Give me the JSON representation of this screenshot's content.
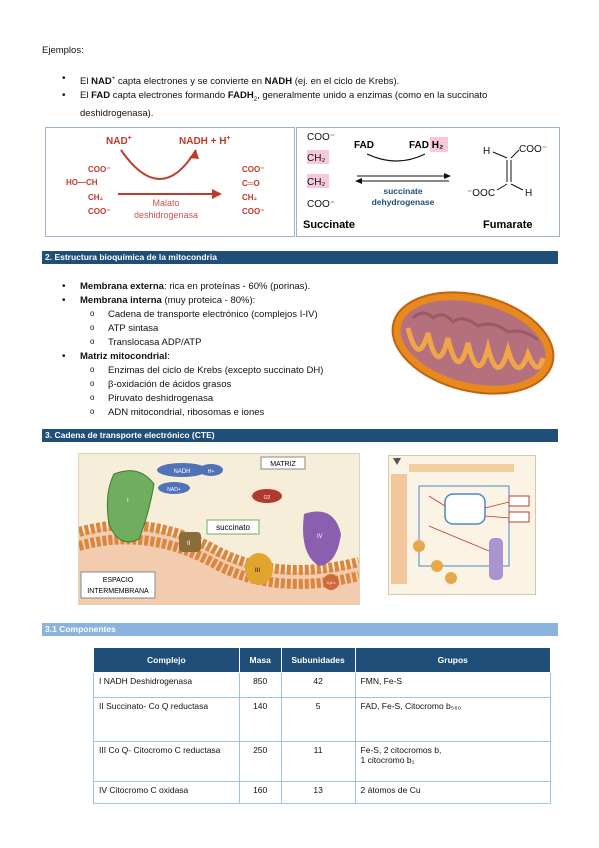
{
  "examples": {
    "heading": "Ejemplos:",
    "b1_pre": "El ",
    "b1_nad": "NAD",
    "b1_sup": "+",
    "b1_mid": " capta electrones y se convierte en ",
    "b1_nadh": "NADH",
    "b1_post": " (ej. en el ciclo de Krebs).",
    "b2_pre": "El ",
    "b2_fad": "FAD",
    "b2_mid": " capta electrones formando ",
    "b2_fadh": "FADH",
    "b2_sub": "2",
    "b2_post": ", generalmente unido a enzimas (como en la succinato deshidrogenasa)."
  },
  "fig_malate": {
    "nad": "NAD",
    "nad_sup": "+",
    "nadh": "NADH + H",
    "nadh_sup": "+",
    "enzyme_line1": "Malato",
    "enzyme_line2": "deshidrogenasa",
    "left_lines": [
      "COO⁻",
      "HO—CH",
      "CH₂",
      "COO⁻"
    ],
    "right_lines": [
      "COO⁻",
      "C═O",
      "CH₂",
      "COO⁻"
    ],
    "accent": "#c0392b"
  },
  "fig_succinate": {
    "coo_top": "COO⁻",
    "ch2_a": "CH₂",
    "ch2_b": "CH₂",
    "coo_bottom": "COO⁻",
    "fad": "FAD",
    "fadh": "FAD H₂",
    "enzyme_line1": "succinate",
    "enzyme_line2": "dehydrogenase",
    "succinate_label": "Succinate",
    "fumarate_label": "Fumarate",
    "h_left": "H",
    "coo_right": "COO⁻",
    "ooc_left": "⁻OOC",
    "h_right": "H",
    "accent": "#1f4e79"
  },
  "section2": {
    "title": "2. Estructura bioquímica de la mitocondria",
    "items": [
      {
        "bold": "Membrana externa",
        "text": ": rica en proteínas - 60% (porinas)."
      },
      {
        "bold": "Membrana interna",
        "text": " (muy proteica - 80%):"
      },
      {
        "bold": "Matriz mitocondrial",
        "text": ":"
      }
    ],
    "interna_sub": [
      "Cadena de transporte electrónico (complejos I-IV)",
      "ATP sintasa",
      "Translocasa ADP/ATP"
    ],
    "matriz_sub": [
      "Enzimas del ciclo de Krebs (excepto succinato DH)",
      "β-oxidación de ácidos grasos",
      "Piruvato deshidrogenasa",
      "ADN mitocondrial, ribosomas e iones"
    ]
  },
  "section3": {
    "title": "3. Cadena de transporte electrónico (CTE)",
    "matriz_label": "MATRIZ",
    "espacio_label_1": "ESPACIO",
    "espacio_label_2": "INTERMEMBRANA",
    "succinato_label": "succinato",
    "nadh_label": "NADH",
    "h_label": "H+",
    "nad_label": "NAD+",
    "o2_label": "O2",
    "complex_labels": [
      "I",
      "II",
      "III",
      "IV"
    ],
    "cyt_label": "Cyt c"
  },
  "section31": {
    "title": "3.1 Componentes",
    "headers": [
      "Complejo",
      "Masa",
      "Subunidades",
      "Grupos"
    ],
    "rows": [
      {
        "complejo": "I NADH Deshidrogenasa",
        "masa": "850",
        "sub": "42",
        "grupos_a": "FMN, Fe-S",
        "grupos_b": ""
      },
      {
        "complejo": "II Succinato- Co Q reductasa",
        "masa": "140",
        "sub": "5",
        "grupos_a": "FAD, Fe-S, Citocromo b₅₆₀",
        "grupos_b": ""
      },
      {
        "complejo": "III Co Q- Citocromo C reductasa",
        "masa": "250",
        "sub": "11",
        "grupos_a": "Fe-S, 2 citocromos b,",
        "grupos_b": "1 citocromo b₁"
      },
      {
        "complejo": "IV Citocromo C oxidasa",
        "masa": "160",
        "sub": "13",
        "grupos_a": "2 átomos de Cu",
        "grupos_b": ""
      }
    ]
  }
}
